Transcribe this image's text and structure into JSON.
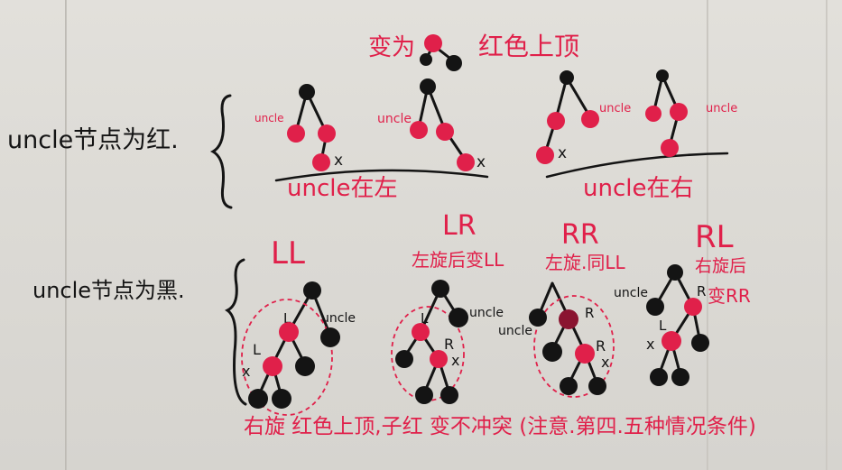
{
  "title": {
    "left": "变为",
    "right": "红色上顶"
  },
  "section_red": {
    "label": "uncle节点为红.",
    "sub_left": "uncle在左",
    "sub_right": "uncle在右"
  },
  "section_black": {
    "label": "uncle节点为黑.",
    "cases": {
      "LL": {
        "name": "LL"
      },
      "LR": {
        "name": "LR",
        "note": "左旋后变LL"
      },
      "RR": {
        "name": "RR",
        "note": "左旋.同LL"
      },
      "RL": {
        "name": "RL",
        "note_1": "右旋后",
        "note_2": "变RR"
      }
    },
    "bottom_note": "右旋 红色上顶,子红 变不冲突 (注意.第四.五种情况条件)"
  },
  "node_labels": {
    "uncle": "uncle",
    "x": "x",
    "L": "L",
    "R": "R"
  },
  "colors": {
    "red": "#e0204a",
    "black": "#141414",
    "paper": "#dcdad5"
  }
}
